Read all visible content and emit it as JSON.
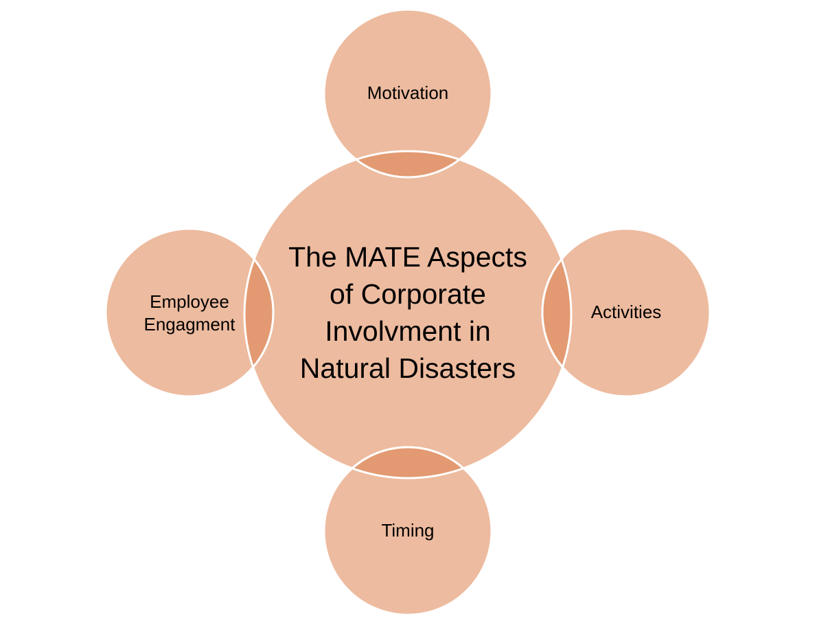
{
  "center": {
    "title": "The MATE Aspects of Corporate Involvment in Natural Disasters"
  },
  "nodes": {
    "top": "Motivation",
    "right": "Activities",
    "bottom": "Timing",
    "left_line1": "Employee",
    "left_line2": "Engagment"
  },
  "colors": {
    "circle_fill": "#EDBB9F",
    "overlap_fill": "#E39A72",
    "stroke": "#ffffff"
  }
}
